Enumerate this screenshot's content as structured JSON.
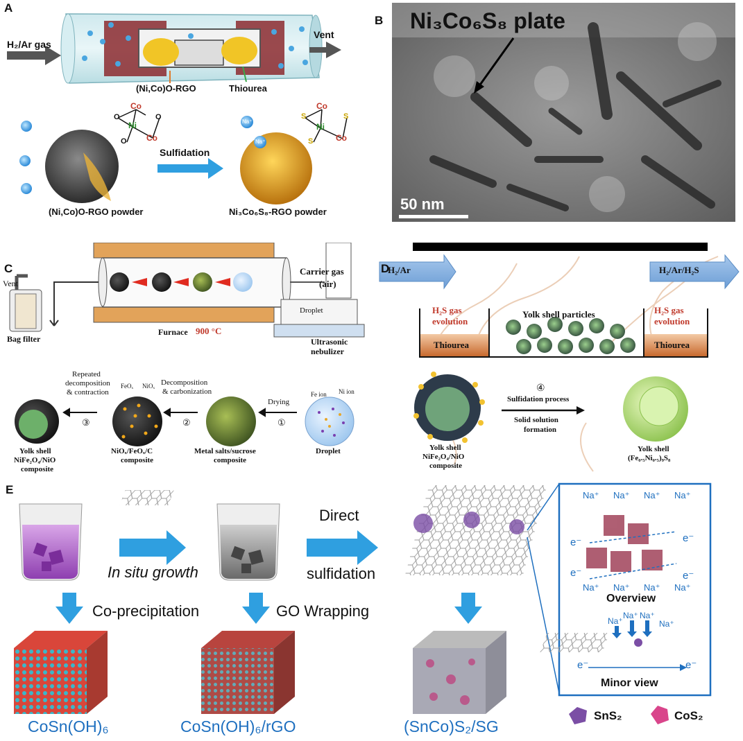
{
  "panel_a": {
    "label": "A",
    "gas_in": "H₂/Ar gas",
    "vent": "Vent",
    "boat_left": "(Ni,Co)O-RGO",
    "boat_right": "Thiourea",
    "step": "Sulfidation",
    "powder_left": "(Ni,Co)O-RGO powder",
    "powder_right": "Ni₃Co₆S₈-RGO powder",
    "ni": "Ni",
    "co": "Co",
    "o": "O",
    "s": "S",
    "na": "Na⁺"
  },
  "panel_b": {
    "label": "B",
    "title": "Ni₃Co₆S₈ plate",
    "scale": "50 nm"
  },
  "panel_c": {
    "label": "C",
    "vent": "Vent",
    "carrier": "Carrier gas",
    "air": "(air)",
    "droplet_box": "Droplet",
    "bag": "Bag filter",
    "furnace": "Furnace",
    "furnace_temp": "900 °C",
    "nebulizer_1": "Ultrasonic",
    "nebulizer_2": "nebulizer",
    "step1_top": "Repeated",
    "step1_mid": "decomposition",
    "step1_bot": "& contraction",
    "step1_num": "③",
    "step2_top": "Decomposition",
    "step2_bot": "& carbonization",
    "step2_num": "②",
    "step3": "Drying",
    "step3_num": "①",
    "feox": "FeOₓ",
    "niox": "NiOₓ",
    "fe_ion": "Fe ion",
    "ni_ion": "Ni ion",
    "p1_a": "Yolk shell",
    "p1_b": "NiFe₂O₄/NiO",
    "p1_c": "composite",
    "p2_a": "NiOₓ/FeOₓ/C",
    "p2_b": "composite",
    "p3_a": "Metal salts/sucrose",
    "p3_b": "composite",
    "p4": "Droplet"
  },
  "panel_d": {
    "label": "D",
    "in": "H₂/Ar",
    "out": "H₂/Ar/H₂S",
    "gas_l1": "H₂S gas",
    "gas_l2": "evolution",
    "yolk_title": "Yolk shell particles",
    "thiourea": "Thiourea",
    "step_num": "④",
    "step_1": "Sulfidation process",
    "step_2": "Solid solution",
    "step_3": "formation",
    "left_a": "Yolk shell",
    "left_b": "NiFe₂O₄/NiO",
    "left_c": "composite",
    "right_a": "Yolk shell",
    "right_b": "(Fe₀.₅Ni₀.₅)₉S₈"
  },
  "panel_e": {
    "label": "E",
    "insitu": "In situ growth",
    "direct_1": "Direct",
    "direct_2": "sulfidation",
    "coprec": "Co-precipitation",
    "gowrap": "GO Wrapping",
    "prod_1": "CoSn(OH)₆",
    "prod_2": "CoSn(OH)₆/rGO",
    "prod_3": "(SnCo)S₂/SG",
    "na": "Na⁺",
    "e": "e⁻",
    "overview": "Overview",
    "minor": "Minor view",
    "legend_1": "SnS₂",
    "legend_2": "CoS₂"
  },
  "colors": {
    "arrow_blue": "#2f9fe0",
    "thiourea_orange": "#c8692e",
    "furnace_orange": "#e2a35a",
    "label_red": "#c0392b",
    "cube_red": "#d9463a",
    "cube_cyan": "#3bb7c9"
  }
}
